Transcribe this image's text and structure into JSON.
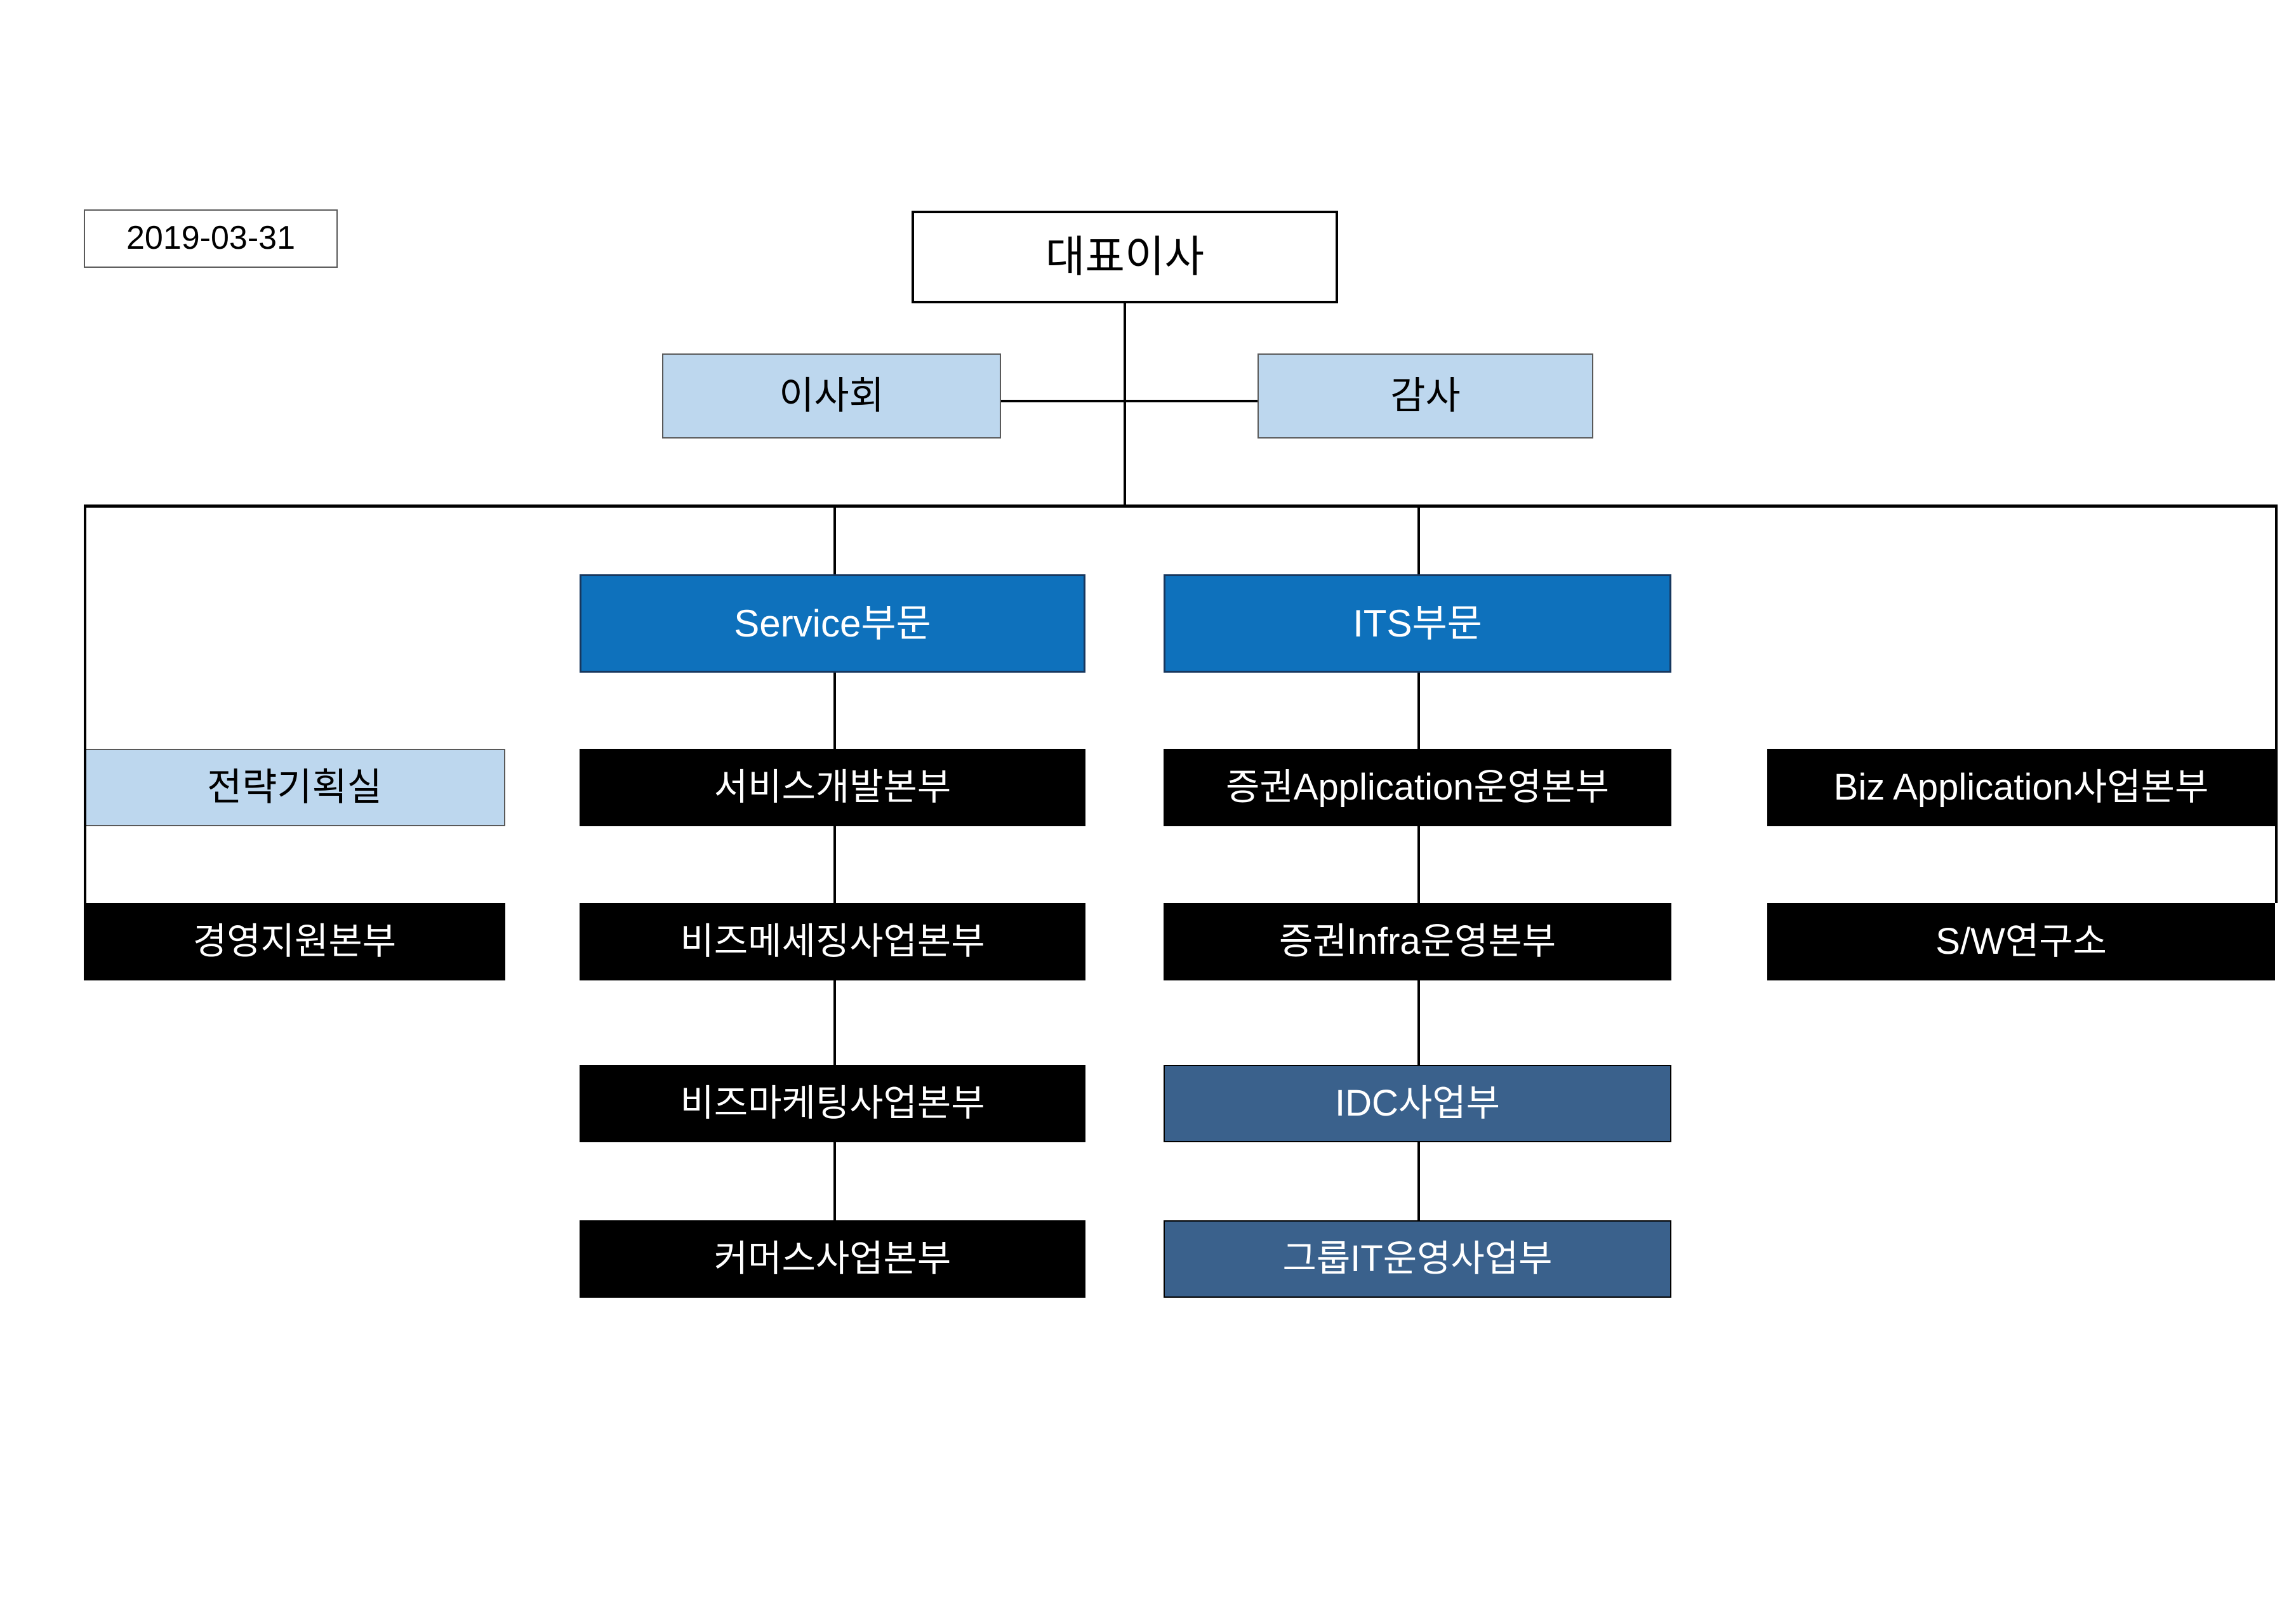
{
  "title": "Organization chart",
  "date_label": "2019-03-31",
  "colors": {
    "light_blue": "#BDD7EE",
    "bright_blue": "#0E71BC",
    "slate_blue": "#3A618C",
    "black_fill": "#000000",
    "navy_border": "#17375E",
    "border_gray": "#595959"
  },
  "org": {
    "ceo": {
      "label": "대표이사"
    },
    "board": {
      "label": "이사회"
    },
    "auditor": {
      "label": "감사"
    },
    "columns": [
      {
        "division": null,
        "units": [
          {
            "label": "전략기획실",
            "type": "light"
          },
          {
            "label": "경영지원본부",
            "type": "black"
          }
        ]
      },
      {
        "division": {
          "label": "Service부문",
          "type": "blue"
        },
        "units": [
          {
            "label": "서비스개발본부",
            "type": "black"
          },
          {
            "label": "비즈메세징사업본부",
            "type": "black"
          },
          {
            "label": "비즈마케팅사업본부",
            "type": "black"
          },
          {
            "label": "커머스사업본부",
            "type": "black"
          }
        ]
      },
      {
        "division": {
          "label": "ITS부문",
          "type": "blue"
        },
        "units": [
          {
            "label": "증권Application운영본부",
            "type": "black"
          },
          {
            "label": "증권Infra운영본부",
            "type": "black"
          },
          {
            "label": "IDC사업부",
            "type": "slate"
          },
          {
            "label": "그룹IT운영사업부",
            "type": "slate"
          }
        ]
      },
      {
        "division": null,
        "units": [
          {
            "label": "Biz Application사업본부",
            "type": "black"
          },
          {
            "label": "S/W연구소",
            "type": "black"
          }
        ]
      }
    ]
  }
}
